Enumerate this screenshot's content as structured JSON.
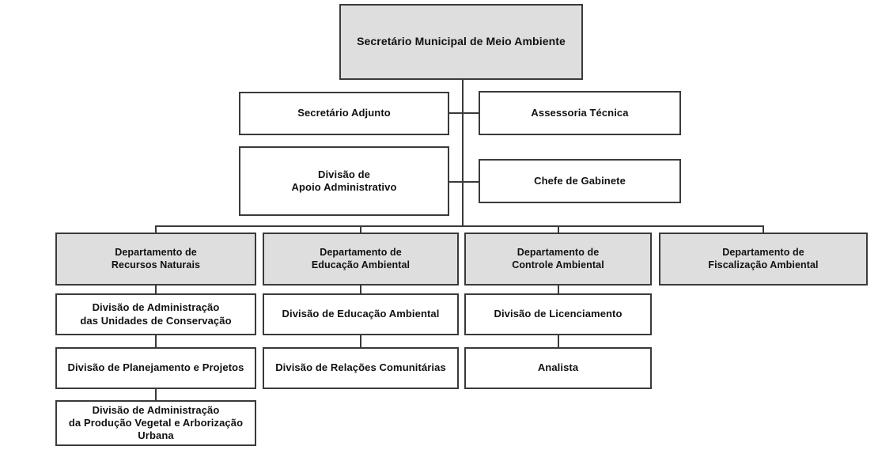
{
  "chart_data": {
    "type": "diagram",
    "diagram_type": "organizational-chart",
    "title": "",
    "language": "pt-BR",
    "colors": {
      "shaded_fill": "#dedede",
      "plain_fill": "#ffffff",
      "border": "#3a3a3a",
      "text": "#111111",
      "background": "#ffffff"
    },
    "levels": [
      {
        "level": 1,
        "nodes": [
          "Secretário Municipal de Meio Ambiente"
        ]
      },
      {
        "level": 2,
        "nodes": [
          "Secretário Adjunto",
          "Assessoria  Técnica",
          "Divisão de\nApoio Administrativo",
          "Chefe de Gabinete"
        ]
      },
      {
        "level": 3,
        "nodes": [
          "Departamento de\nRecursos  Naturais",
          "Departamento de\nEducação Ambiental",
          "Departamento de\nControle Ambiental",
          "Departamento de\nFiscalização Ambiental"
        ]
      },
      {
        "level": 4,
        "nodes": [
          "Divisão de Administração\ndas Unidades de Conservação",
          "Divisão de Planejamento e Projetos",
          "Divisão de Administração\nda Produção Vegetal e Arborização\nUrbana",
          "Divisão de Educação Ambiental",
          "Divisão de Relações Comunitárias",
          "Divisão de Licenciamento",
          "Analista"
        ]
      }
    ]
  },
  "root": {
    "label": "Secretário Municipal de Meio Ambiente"
  },
  "staff": {
    "left": [
      {
        "label": "Secretário Adjunto"
      },
      {
        "label": "Divisão de\nApoio Administrativo"
      }
    ],
    "right": [
      {
        "label": "Assessoria  Técnica"
      },
      {
        "label": "Chefe de Gabinete"
      }
    ]
  },
  "departments": [
    {
      "label": "Departamento de\nRecursos  Naturais",
      "divisions": [
        {
          "label": "Divisão de Administração\ndas Unidades de Conservação"
        },
        {
          "label": "Divisão de Planejamento e Projetos"
        },
        {
          "label": "Divisão de Administração\nda Produção Vegetal e Arborização\nUrbana"
        }
      ]
    },
    {
      "label": "Departamento de\nEducação Ambiental",
      "divisions": [
        {
          "label": "Divisão de Educação Ambiental"
        },
        {
          "label": "Divisão de Relações Comunitárias"
        }
      ]
    },
    {
      "label": "Departamento de\nControle Ambiental",
      "divisions": [
        {
          "label": "Divisão de Licenciamento"
        },
        {
          "label": "Analista"
        }
      ]
    },
    {
      "label": "Departamento de\nFiscalização Ambiental",
      "divisions": []
    }
  ]
}
